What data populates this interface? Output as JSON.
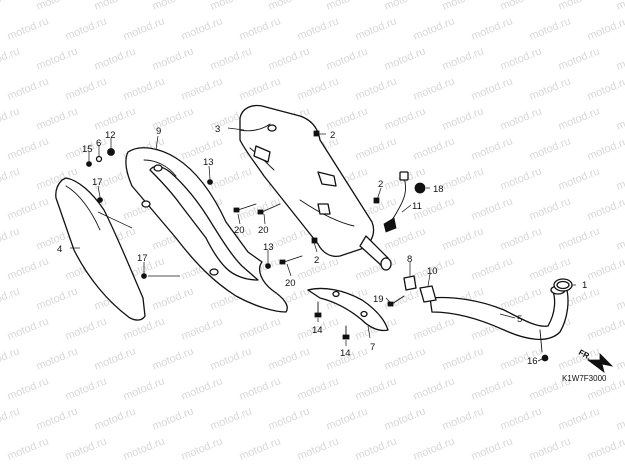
{
  "watermark": {
    "text": "motod.ru",
    "color": "#d8d8d8"
  },
  "diagram": {
    "code": "K1W7F3000",
    "direction_label": "FR.",
    "callouts": [
      {
        "id": "c1",
        "label": "1"
      },
      {
        "id": "c2a",
        "label": "2"
      },
      {
        "id": "c2b",
        "label": "2"
      },
      {
        "id": "c2c",
        "label": "2"
      },
      {
        "id": "c3",
        "label": "3"
      },
      {
        "id": "c4",
        "label": "4"
      },
      {
        "id": "c5",
        "label": "5"
      },
      {
        "id": "c6",
        "label": "6"
      },
      {
        "id": "c7",
        "label": "7"
      },
      {
        "id": "c8",
        "label": "8"
      },
      {
        "id": "c9",
        "label": "9"
      },
      {
        "id": "c10",
        "label": "10"
      },
      {
        "id": "c11",
        "label": "11"
      },
      {
        "id": "c12",
        "label": "12"
      },
      {
        "id": "c13a",
        "label": "13"
      },
      {
        "id": "c13b",
        "label": "13"
      },
      {
        "id": "c14a",
        "label": "14"
      },
      {
        "id": "c14b",
        "label": "14"
      },
      {
        "id": "c15",
        "label": "15"
      },
      {
        "id": "c16",
        "label": "16"
      },
      {
        "id": "c17a",
        "label": "17"
      },
      {
        "id": "c17b",
        "label": "17"
      },
      {
        "id": "c18",
        "label": "18"
      },
      {
        "id": "c19",
        "label": "19"
      },
      {
        "id": "c20a",
        "label": "20"
      },
      {
        "id": "c20b",
        "label": "20"
      },
      {
        "id": "c20c",
        "label": "20"
      }
    ]
  }
}
